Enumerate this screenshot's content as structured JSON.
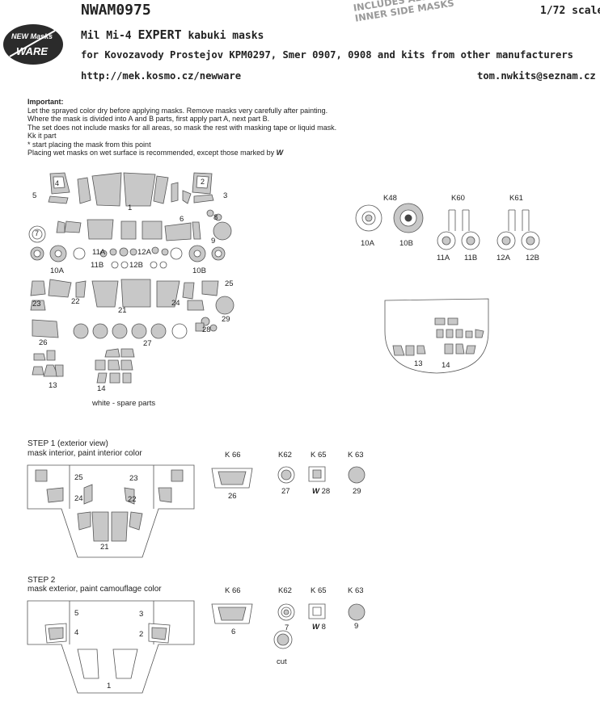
{
  "header": {
    "code": "NWAM0975",
    "scale": "1/72 scale",
    "title_prefix": "Mil Mi-4",
    "title_expert": "EXPERT",
    "title_suffix": "kabuki masks",
    "subtitle": "for Kovozavody Prostejov KPM0297, Smer 0907, 0908 and kits from other manufacturers",
    "url": "http://mek.kosmo.cz/newware",
    "email": "tom.nwkits@seznam.cz",
    "stamp_line1": "INCLUDES ALSO WINDOWS",
    "stamp_line2": "INNER SIDE MASKS",
    "logo_line1": "NEW Masks",
    "logo_line2": "WARE"
  },
  "instructions": {
    "heading": "Important:",
    "lines": [
      "Let the sprayed color dry before applying masks. Remove masks very carefully after painting.",
      "Where the mask is divided into A and B parts, first apply part A, next part B.",
      "The set does not include masks for all areas, so mask the rest with masking tape or liquid mask.",
      "Kk it part",
      "* start placing the mask from this point",
      "Placing wet masks on wet surface is recommended, except those marked by"
    ],
    "wet_symbol": "W"
  },
  "sheet_labels": {
    "n1": "1",
    "n2": "2",
    "n3": "3",
    "n4": "4",
    "n5": "5",
    "n6": "6",
    "n7": "7",
    "n8": "8",
    "n9": "9",
    "n10a": "10A",
    "n10b": "10B",
    "n11a": "11A",
    "n11b": "11B",
    "n12a": "12A",
    "n12b": "12B",
    "n13": "13",
    "n14": "14",
    "n21": "21",
    "n22": "22",
    "n23": "23",
    "n24": "24",
    "n25": "25",
    "n26": "26",
    "n27": "27",
    "n28": "28",
    "n29": "29",
    "spare": "white - spare parts"
  },
  "kit_parts": {
    "k48": "K48",
    "k60": "K60",
    "k61": "K61",
    "p10a": "10A",
    "p10b": "10B",
    "p11a": "11A",
    "p11b": "11B",
    "p12a": "12A",
    "p12b": "12B",
    "p13": "13",
    "p14": "14"
  },
  "step1": {
    "title": "STEP 1 (exterior view)",
    "subtitle": "mask interior, paint interior color",
    "labels": {
      "l25": "25",
      "l23": "23",
      "l24": "24",
      "l22": "22",
      "l21": "21"
    },
    "kits": {
      "k66": "K 66",
      "k62": "K62",
      "k65": "K 65",
      "k63": "K 63",
      "p26": "26",
      "p27": "27",
      "p28": "28",
      "p29": "29"
    }
  },
  "step2": {
    "title": "STEP 2",
    "subtitle": "mask exterior, paint camouflage color",
    "labels": {
      "l5": "5",
      "l3": "3",
      "l4": "4",
      "l2": "2",
      "l1": "1"
    },
    "kits": {
      "k66": "K 66",
      "k62": "K62",
      "k65": "K 65",
      "k63": "K 63",
      "p6": "6",
      "p7": "7",
      "p8": "8",
      "p9": "9",
      "cut": "cut"
    }
  },
  "colors": {
    "mask_fill": "#c8c8c8",
    "outline": "#555555",
    "logo_bg": "#2b2b2b"
  }
}
